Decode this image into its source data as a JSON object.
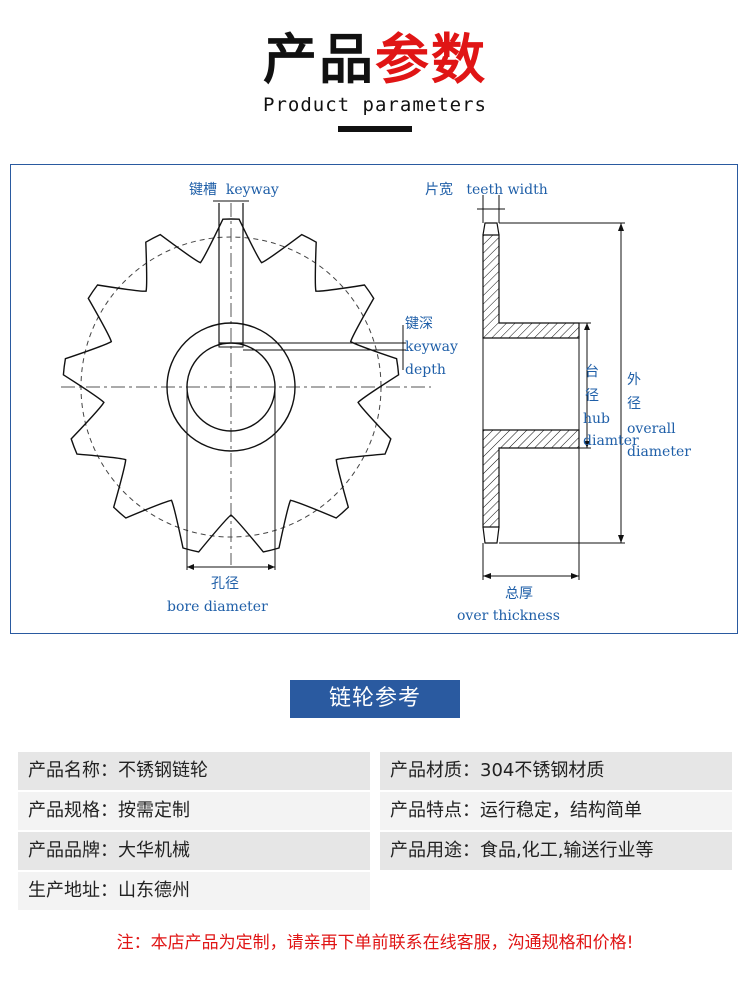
{
  "header": {
    "title_black": "产品",
    "title_red": "参数",
    "subtitle": "Product parameters"
  },
  "diagram": {
    "keyway_cn": "键槽",
    "keyway_en": "keyway",
    "teeth_width_cn": "片宽",
    "teeth_width_en": "teeth width",
    "keyway_depth_cn": "键深",
    "keyway_depth_en1": "keyway",
    "keyway_depth_en2": "depth",
    "hub_cn1": "台",
    "hub_cn2": "径",
    "hub_en1": "hub",
    "hub_en2": "diamter",
    "overall_cn1": "外",
    "overall_cn2": "径",
    "overall_en1": "overall",
    "overall_en2": "diameter",
    "bore_cn": "孔径",
    "bore_en": "bore diameter",
    "thickness_cn": "总厚",
    "thickness_en": "over thickness"
  },
  "section_title": "链轮参考",
  "specs": {
    "name": "产品名称：不锈钢链轮",
    "material": "产品材质：304不锈钢材质",
    "size": "产品规格：按需定制",
    "feature": "产品特点：运行稳定，结构简单",
    "brand": "产品品牌：大华机械",
    "usage": "产品用途：食品,化工,输送行业等",
    "address": "生产地址：山东德州"
  },
  "note": "注：本店产品为定制，请亲再下单前联系在线客服，沟通规格和价格!",
  "colors": {
    "accent_blue": "#2a5aa0",
    "label_blue": "#1f5fa8",
    "red": "#e01515"
  }
}
